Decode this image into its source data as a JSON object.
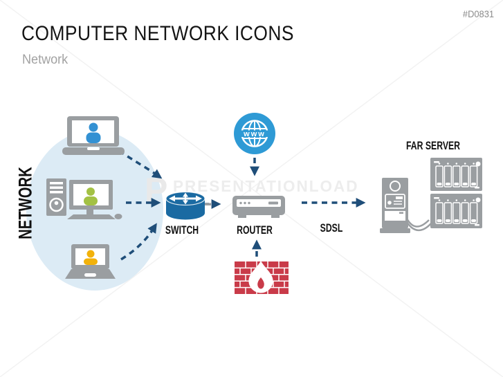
{
  "header": {
    "id_tag": "#D0831",
    "title": "COMPUTER NETWORK ICONS",
    "subtitle": "Network"
  },
  "watermark": {
    "logo_letter": "P",
    "text": "PRESENTATIONLOAD"
  },
  "diagram": {
    "network_label": "NETWORK",
    "nodes": {
      "switch": {
        "label": "SWITCH"
      },
      "router": {
        "label": "ROUTER"
      },
      "internet": {
        "label": "www"
      },
      "sdsl": {
        "label": "SDSL"
      },
      "far_server": {
        "label": "FAR SERVER"
      }
    },
    "clients": [
      {
        "type": "laptop",
        "user_color": "#3391d3"
      },
      {
        "type": "desktop",
        "user_color": "#a3c144"
      },
      {
        "type": "laptop",
        "user_color": "#f2b20b"
      }
    ],
    "colors": {
      "bubble_blue": "#dcebf5",
      "device_gray": "#9a9ea1",
      "arrow_navy": "#1f4e79",
      "switch_blue": "#1a6aa2",
      "globe_blue": "#2e9ad5",
      "firewall_red": "#c93b49",
      "watermark_gray": "#ededed",
      "id_tag_gray": "#8b8b8b"
    }
  }
}
